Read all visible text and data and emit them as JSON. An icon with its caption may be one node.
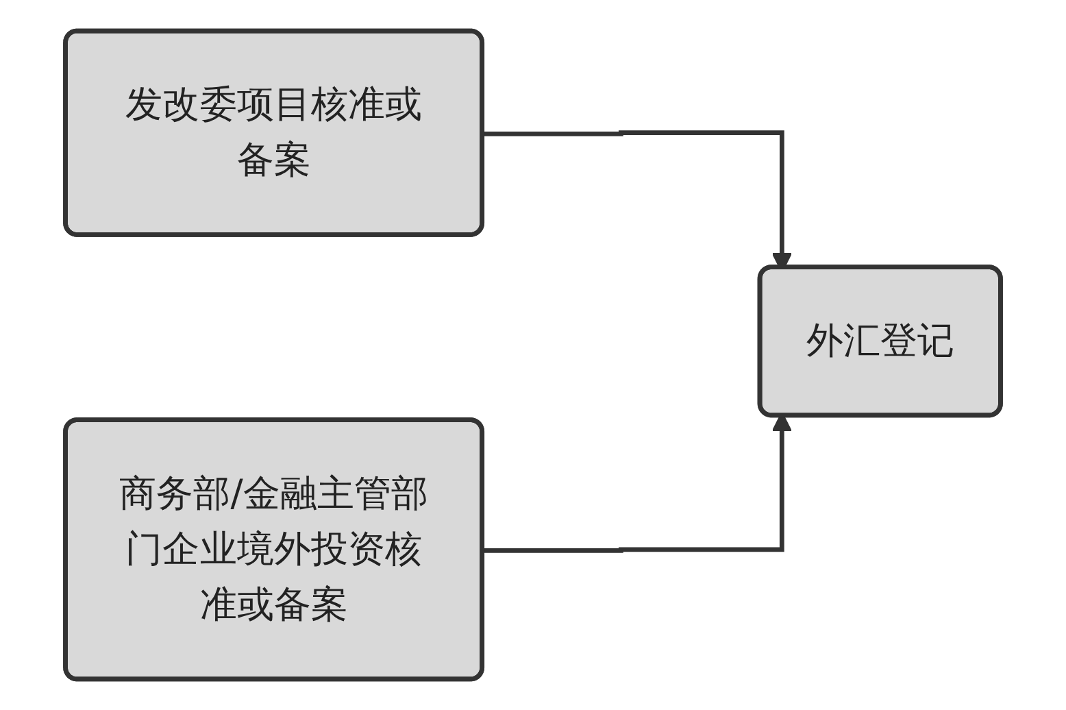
{
  "diagram": {
    "nodes": [
      {
        "text": [
          "发改委项目核准或备案"
        ]
      },
      {
        "text": [
          "商务部/金融主管部门企业境外投资核准或备案"
        ]
      },
      {
        "text": [
          "外汇登记"
        ]
      }
    ],
    "edges": [
      {
        "from": 0,
        "to": 2,
        "arrow": "to"
      },
      {
        "from": 1,
        "to": 2,
        "arrow": "to"
      }
    ]
  }
}
